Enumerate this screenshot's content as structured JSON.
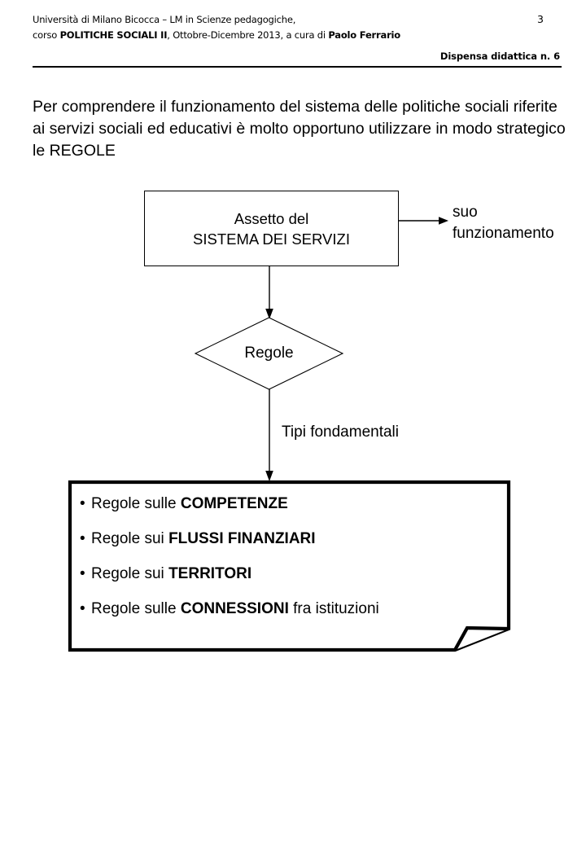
{
  "header": {
    "line1": "Università di Milano Bicocca – LM in Scienze pedagogiche,",
    "line2_prefix": "corso ",
    "line2_bold": "POLITICHE SOCIALI II",
    "line2_mid": ", Ottobre-Dicembre 2013,  a cura di ",
    "line2_bold2": "Paolo Ferrario",
    "page_number": "3",
    "dispensa": "Dispensa didattica n. 6"
  },
  "intro": {
    "text": "Per comprendere il funzionamento del sistema delle politiche sociali riferite ai servizi sociali ed educativi è molto opportuno  utilizzare in modo strategico le REGOLE"
  },
  "diagram": {
    "box_sistema": {
      "line1": "Assetto del",
      "line2": "SISTEMA DEI SERVIZI"
    },
    "label_funzionamento": {
      "line1": "suo",
      "line2": "funzionamento"
    },
    "diamond_regole": "Regole",
    "label_tipi": "Tipi fondamentali",
    "bullets": [
      {
        "marker": "•",
        "plain1": "Regole sulle ",
        "bold": "COMPETENZE",
        "plain2": ""
      },
      {
        "marker": "•",
        "plain1": "Regole sui ",
        "bold": "FLUSSI FINANZIARI",
        "plain2": ""
      },
      {
        "marker": "•",
        "plain1": "Regole sui ",
        "bold": "TERRITORI",
        "plain2": ""
      },
      {
        "marker": "•",
        "plain1": "Regole sulle ",
        "bold": "CONNESSIONI",
        "plain2": " fra istituzioni"
      }
    ]
  },
  "colors": {
    "ink": "#000000",
    "paper": "#ffffff"
  }
}
